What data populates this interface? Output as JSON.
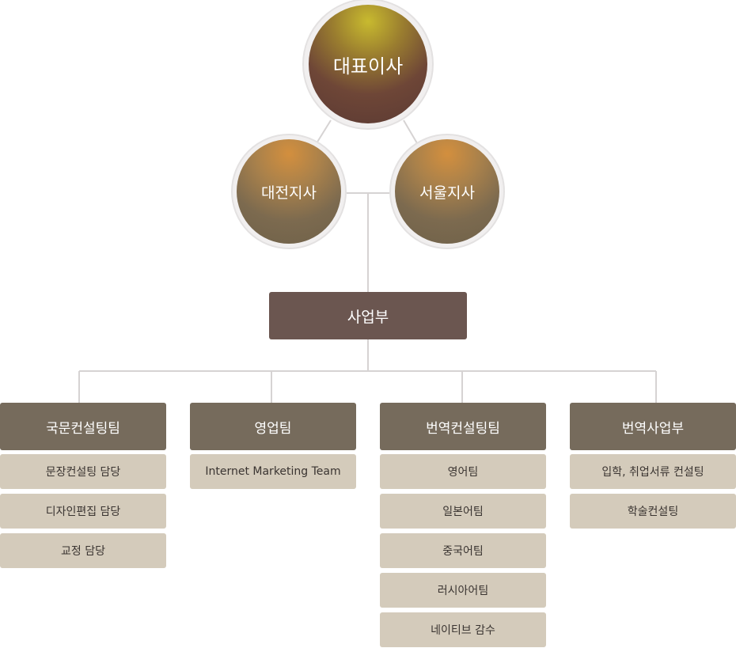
{
  "ceo": "대표이사",
  "branches": [
    "대전지사",
    "서울지사"
  ],
  "department": "사업부",
  "teams": [
    {
      "name": "국문컨설팅팀",
      "items": [
        "문장컨설팅 담당",
        "디자인편집 담당",
        "교정 담당"
      ]
    },
    {
      "name": "영업팀",
      "items": [
        "Internet Marketing Team"
      ]
    },
    {
      "name": "번역컨설팅팀",
      "items": [
        "영어팀",
        "일본어팀",
        "중국어팀",
        "러시아어팀",
        "네이티브 감수"
      ]
    },
    {
      "name": "번역사업부",
      "items": [
        "입학, 취업서류 컨설팅",
        "학술컨설팅"
      ]
    }
  ],
  "colors": {
    "connector": "#d6d3d3",
    "department_bg": "#6b5650",
    "team_bg": "#766b5c",
    "sub_bg": "#d4cbbb"
  }
}
